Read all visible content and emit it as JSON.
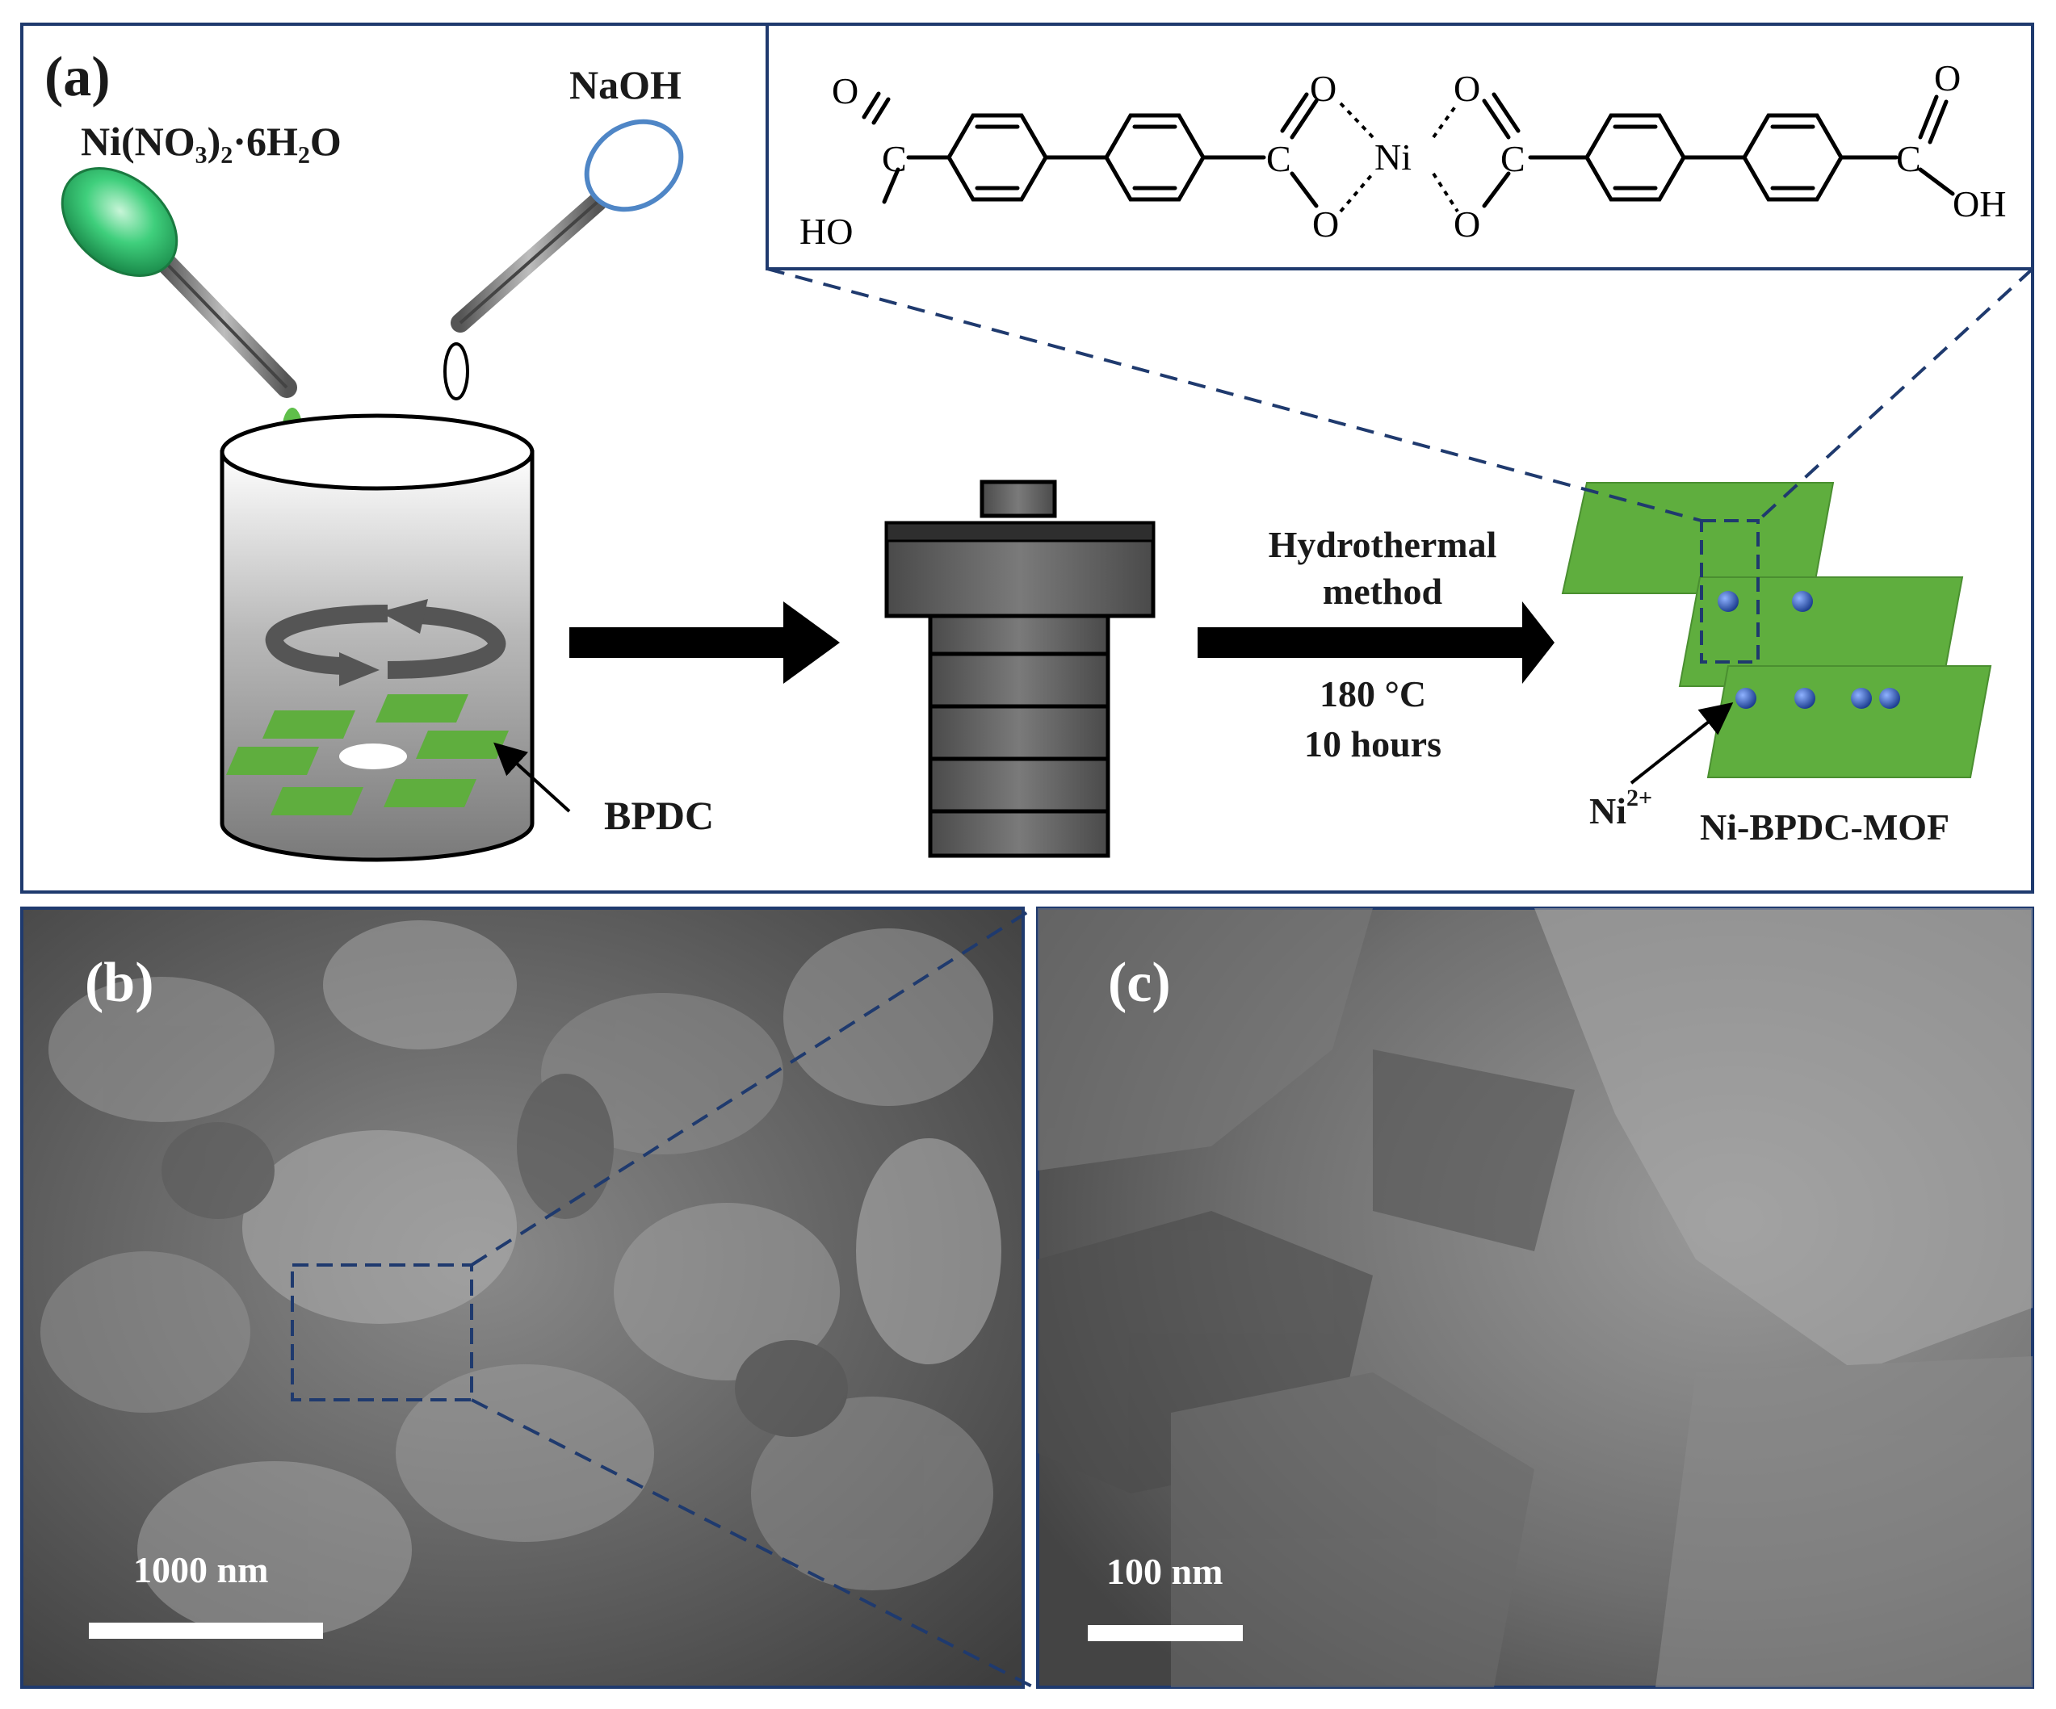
{
  "panel_a": {
    "label": "(a)",
    "reagent_ni": "Ni(NO₃)₂·6H₂O",
    "reagent_base": "NaOH",
    "linker_label": "BPDC",
    "process_line1": "Hydrothermal",
    "process_line2": "method",
    "temperature": "180 °C",
    "duration": "10 hours",
    "ion_label": "Ni",
    "ion_charge": "2+",
    "product_label": "Ni-BPDC-MOF",
    "structure": {
      "carbonyl_o": "O",
      "carbon": "C",
      "hydroxyl_left": "HO",
      "hydroxyl_right": "OH",
      "metal": "Ni"
    }
  },
  "panel_b": {
    "label": "(b)",
    "scale_bar": "1000 nm"
  },
  "panel_c": {
    "label": "(c)",
    "scale_bar": "100 nm"
  },
  "colors": {
    "frame": "#1f3a6e",
    "green_sheet": "#5fae3e",
    "ni_sphere": "#2a52a8",
    "dropper_green": "#3fcf7c",
    "dropper_blue": "#4f86c6"
  }
}
